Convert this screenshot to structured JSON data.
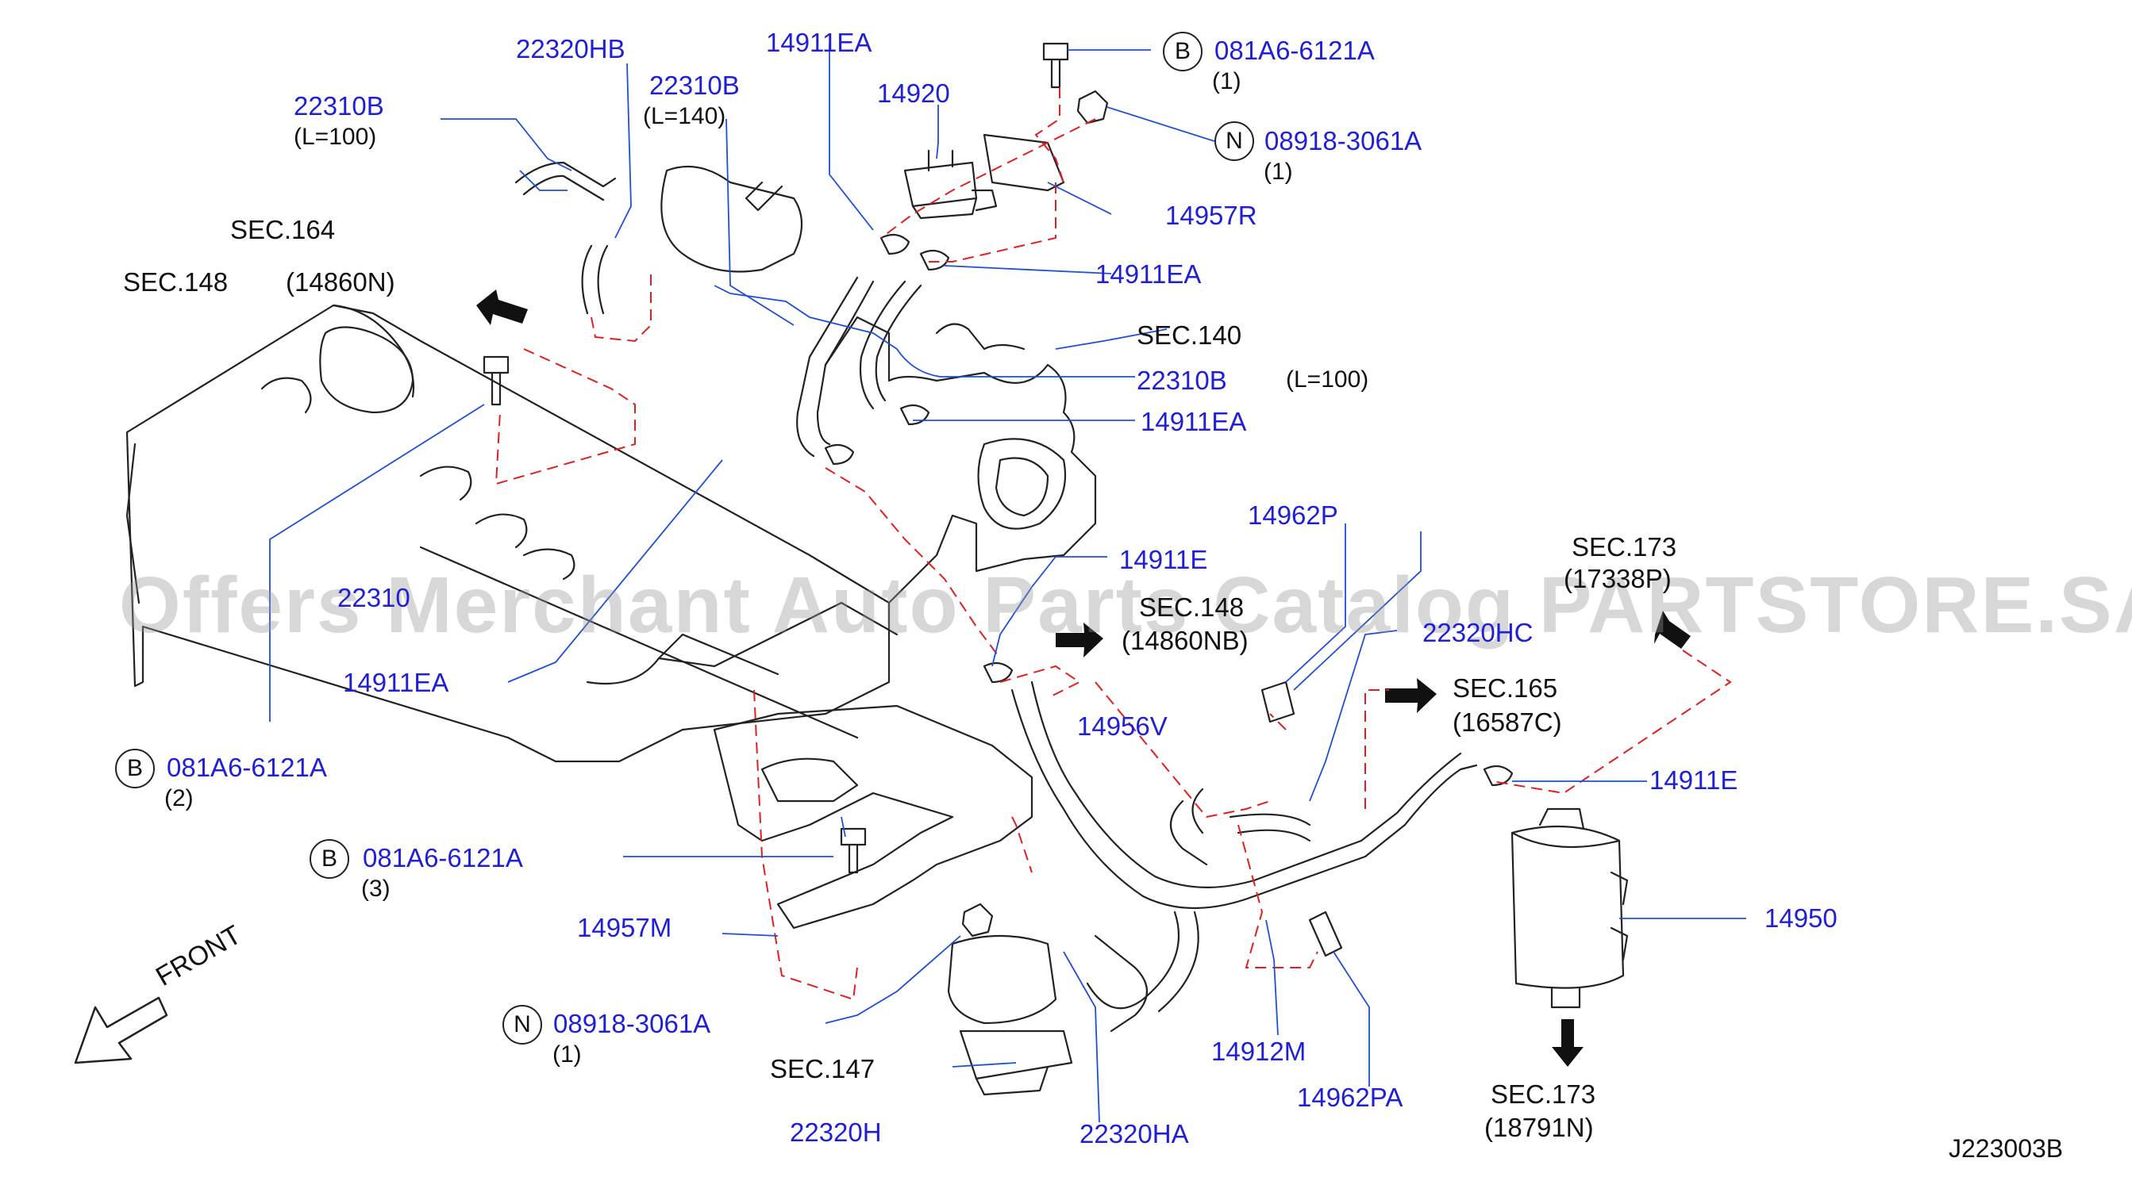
{
  "diagram_code": "J223003B",
  "watermark": "Offers Merchant Auto Parts Catalog PARTSTORE.SA",
  "front_label": "FRONT",
  "labels": {
    "p22320HB": "22320HB",
    "p22310B_a": "22310B",
    "p22310B_a_len": "(L=100)",
    "p22310B_b": "22310B",
    "p22310B_b_len": "(L=140)",
    "p14911EA_top": "14911EA",
    "p14920": "14920",
    "bolt_b_top_code": "081A6-6121A",
    "bolt_b_top_qty": "(1)",
    "nut_n_top_code": "08918-3061A",
    "nut_n_top_qty": "(1)",
    "p14957R": "14957R",
    "sec164": "SEC.164",
    "sec148": "SEC.148",
    "p14860N": "(14860N)",
    "p14911EA_mid": "14911EA",
    "sec140": "SEC.140",
    "p22310B_c": "22310B",
    "p22310B_c_len": "(L=100)",
    "p14911EA_low": "14911EA",
    "p14962P": "14962P",
    "p14911E_a": "14911E",
    "sec173_top": "SEC.173",
    "p17338P": "(17338P)",
    "p22310_partial": "22310",
    "sec148_b": "SEC.148",
    "p14860NB": "(14860NB)",
    "p22320HC": "22320HC",
    "p14911EA_left": "14911EA",
    "sec165": "SEC.165",
    "p16587C": "(16587C)",
    "p14956V": "14956V",
    "bolt_b_left_code": "081A6-6121A",
    "bolt_b_left_qty": "(2)",
    "p14911E_b": "14911E",
    "bolt_b_mid_code": "081A6-6121A",
    "bolt_b_mid_qty": "(3)",
    "p14950": "14950",
    "p14957M": "14957M",
    "nut_n_low_code": "08918-3061A",
    "nut_n_low_qty": "(1)",
    "sec147": "SEC.147",
    "p14912M": "14912M",
    "p14962PA": "14962PA",
    "sec173_bot": "SEC.173",
    "p18791N": "(18791N)",
    "p22320H": "22320H",
    "p22320HA": "22320HA",
    "circle_b": "B",
    "circle_n": "N"
  },
  "colors": {
    "part_number": "#1f1fd6",
    "reference": "#111111",
    "dashed_line": "#e02020",
    "leader_line": "#1f4fd6",
    "outline": "#222222"
  }
}
